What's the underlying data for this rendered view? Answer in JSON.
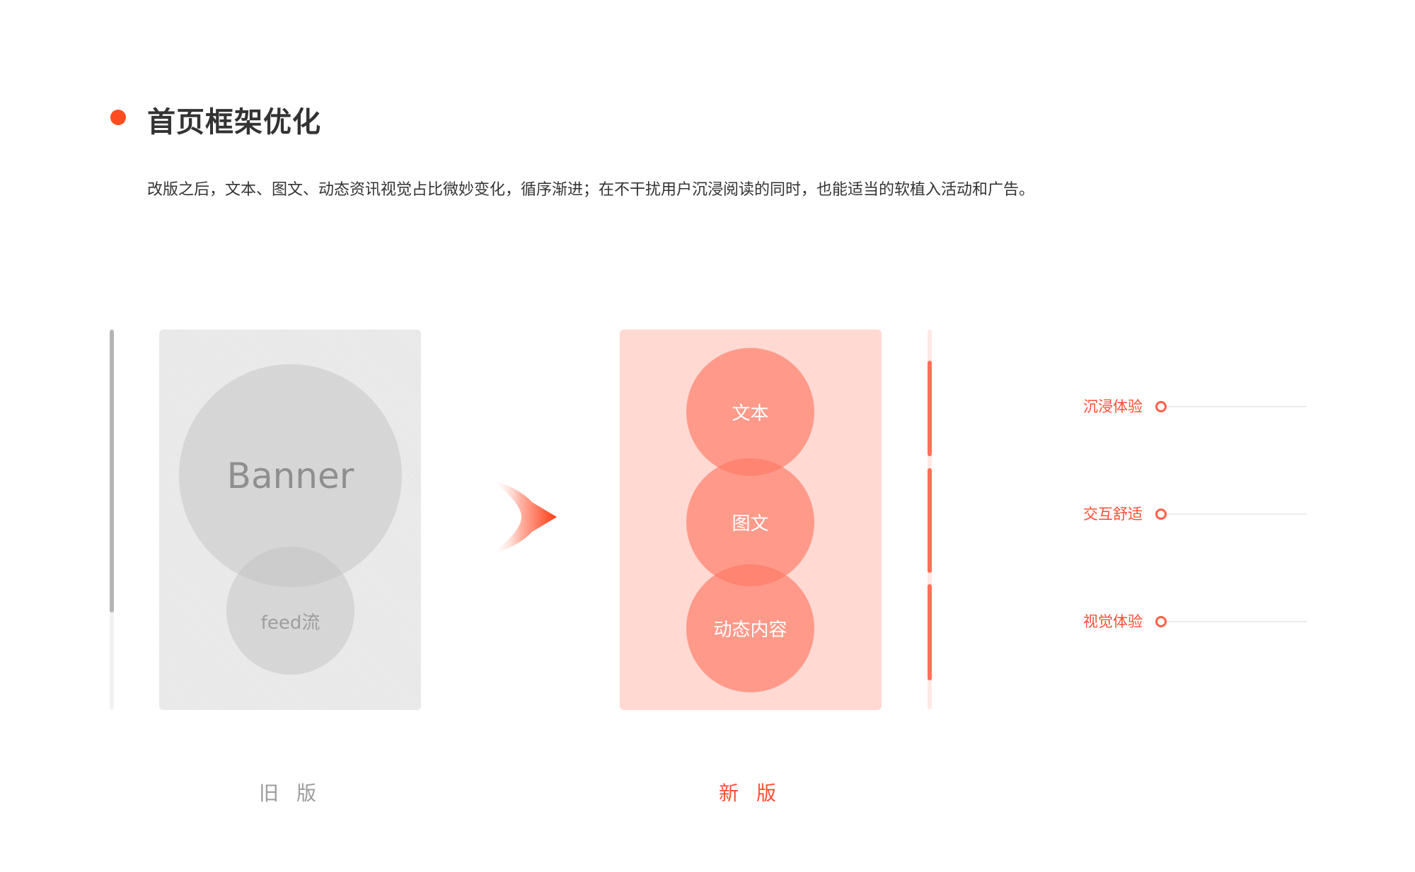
{
  "section": {
    "title": "首页框架优化",
    "description": "改版之后，文本、图文、动态资讯视觉占比微妙变化，循序渐进；在不干扰用户沉浸阅读的同时，也能适当的软植入活动和广告。",
    "accent_color": "#ff4d1f"
  },
  "old_version": {
    "label": "旧 版",
    "banner_label": "Banner",
    "feed_label": "feed流"
  },
  "transition_icon": "arrow-right-icon",
  "new_version": {
    "label": "新 版",
    "circles": [
      "文本",
      "图文",
      "动态内容"
    ]
  },
  "experiences": [
    {
      "label": "沉浸体验"
    },
    {
      "label": "交互舒适"
    },
    {
      "label": "视觉体验"
    }
  ]
}
